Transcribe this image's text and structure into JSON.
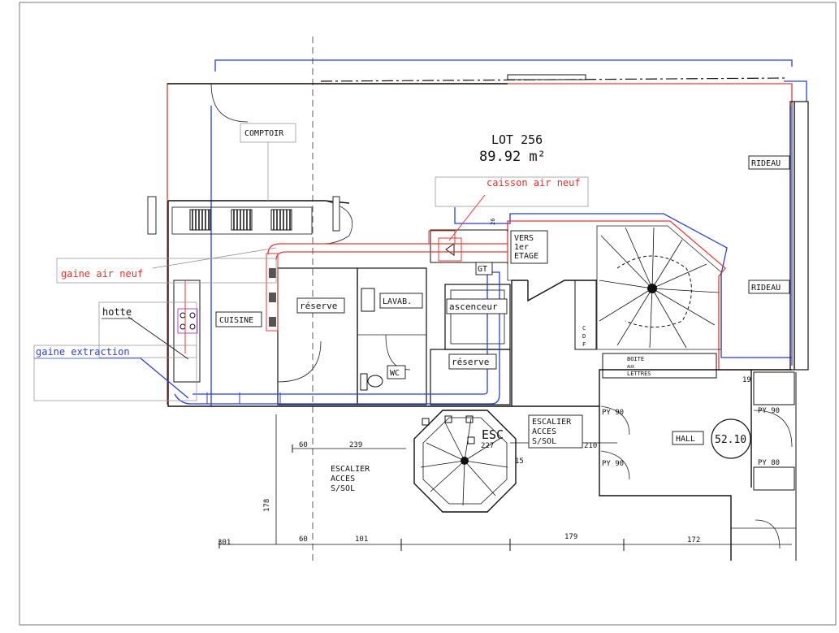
{
  "plan": {
    "lot": {
      "number": "LOT  256",
      "area": "89.92 m²"
    },
    "rooms": {
      "comptoir": "COMPTOIR",
      "cuisine": "CUISINE",
      "reserve_1": "réserve",
      "reserve_2": "réserve",
      "lavabo": "LAVAB.",
      "wc": "WC",
      "ascenseur": "ascenceur",
      "gt": "GT",
      "hall": "HALL",
      "hall_area": "52.10",
      "vers": [
        "VERS",
        "1er",
        "ETAGE"
      ],
      "boite": [
        "BOITE",
        "AUX",
        "LETTRES"
      ],
      "cdf": [
        "C",
        "D",
        "F"
      ],
      "esc": "ESC",
      "escalier_left": [
        "ESCALIER",
        "ACCES",
        "S/SOL"
      ],
      "escalier_right": [
        "ESCALIER",
        "ACCES",
        "S/SOL"
      ],
      "rideau_1": "RIDEAU",
      "rideau_2": "RIDEAU",
      "n26": "26"
    },
    "annotations": {
      "gaine_air_neuf": "gaine air neuf",
      "caisson_air_neuf": "caisson air neuf",
      "hotte": "hotte",
      "gaine_extraction": "gaine extraction"
    },
    "dimensions": {
      "d60_top": "60",
      "d239": "239",
      "d60_bottom": "60",
      "d101": "101",
      "d179": "179",
      "d172": "172",
      "d301": "301",
      "d178": "178",
      "d227": "227",
      "d210": "210",
      "py90_a": "PY 90",
      "py90_b": "PY 90",
      "py90_c": "PY 90",
      "py80": "PY 80",
      "d19": "19",
      "d15": "15"
    },
    "colors": {
      "fresh_air_duct": "#e53935",
      "extraction_duct": "#2a3fd6",
      "walls": "#111111"
    }
  }
}
